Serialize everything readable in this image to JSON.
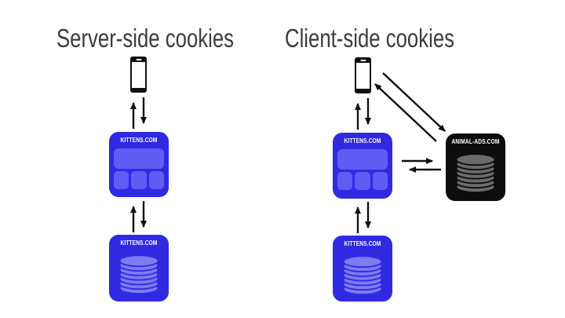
{
  "slide": {
    "left": {
      "title": "Server-side cookies",
      "browser_label": "KITTENS.COM",
      "database_label": "KITTENS.COM"
    },
    "right": {
      "title": "Client-side cookies",
      "browser_label": "KITTENS.COM",
      "database_label": "KITTENS.COM",
      "ad_server_label": "ANIMAL-ADS.COM"
    }
  },
  "colors": {
    "site_blue": "#2f2ae2",
    "panel_inner_blue": "#5e5cf3",
    "cylinder_blue_fill": "#7e7bf3",
    "ad_black": "#0d0d0d",
    "cylinder_gray_fill": "#6b6b6b",
    "arrow_black": "#111111",
    "title_text": "#3c3c3c",
    "panel_label_text": "#ffffff",
    "background": "#ffffff"
  },
  "icons": {
    "smartphone": "smartphone-icon",
    "database": "database-icon",
    "arrow_up": "arrow-up-icon",
    "arrow_down": "arrow-down-icon",
    "arrow_right": "arrow-right-icon",
    "arrow_left": "arrow-left-icon",
    "arrow_down_right": "arrow-down-right-icon",
    "arrow_up_left": "arrow-up-left-icon"
  }
}
